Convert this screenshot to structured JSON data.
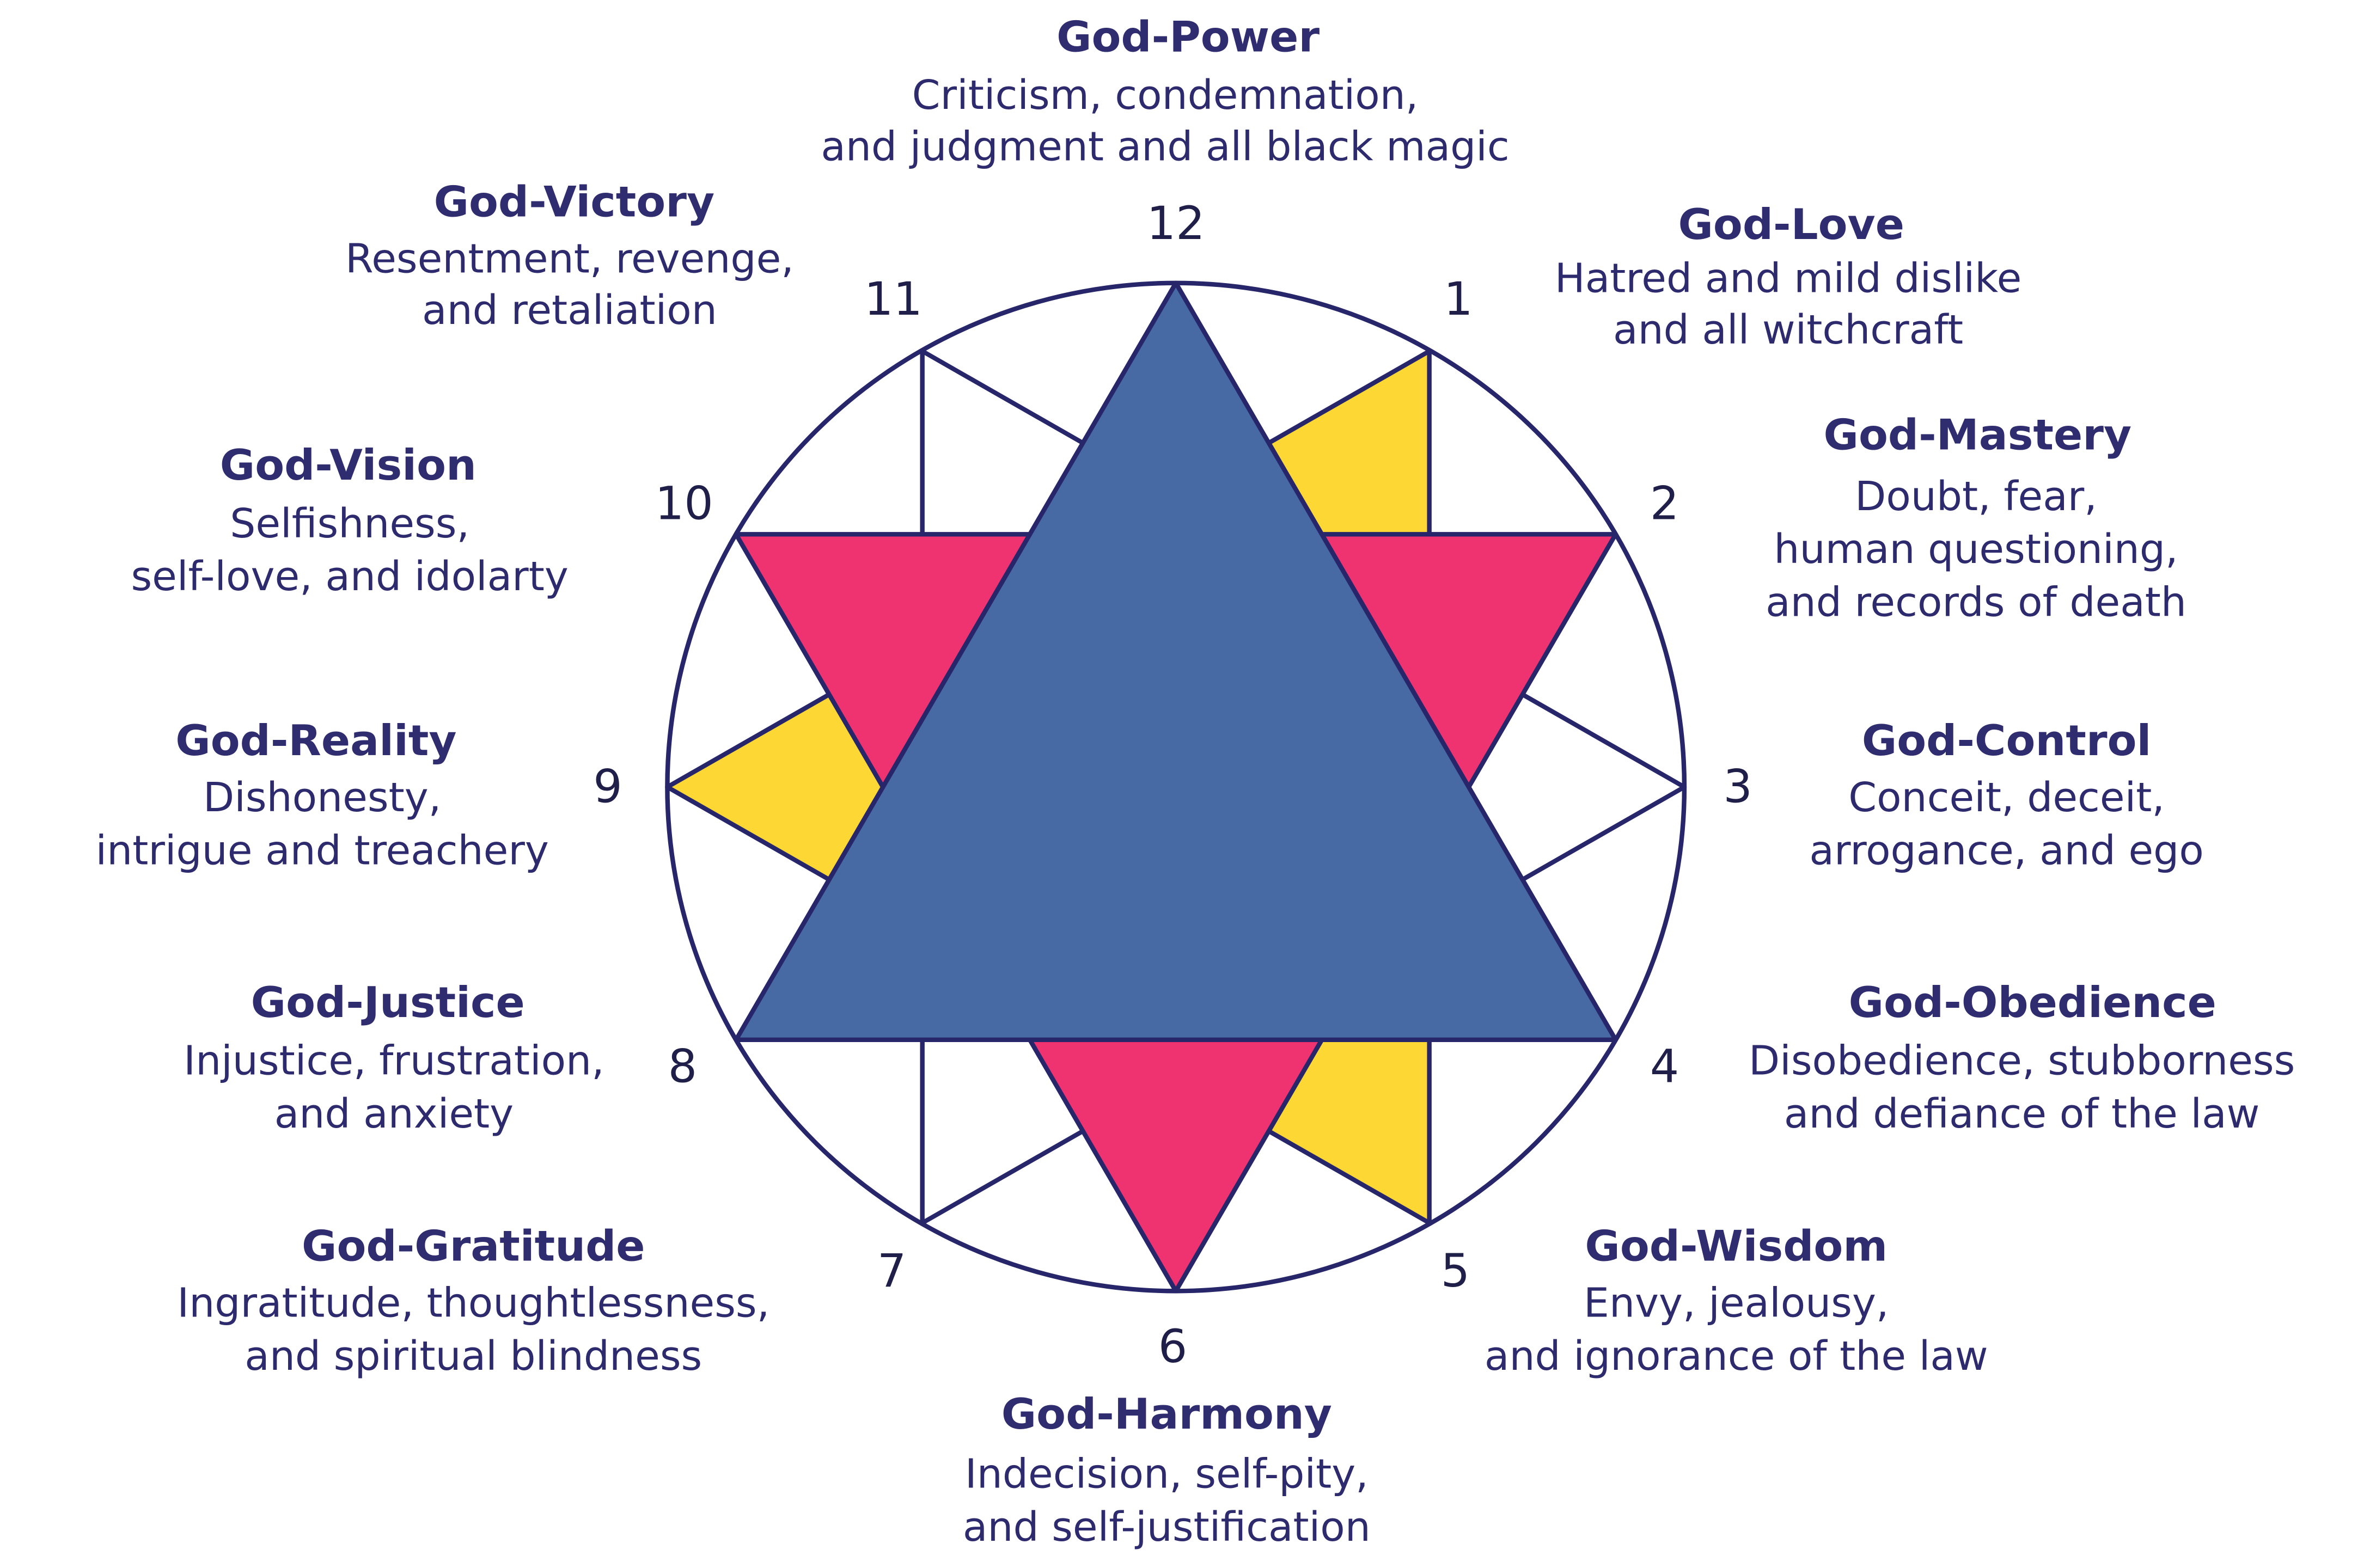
{
  "colors": {
    "outline": "#28266a",
    "blue": "#4769a4",
    "pink": "#ef3371",
    "yellow": "#fdd835",
    "text": "#2e2a6e"
  },
  "numbers": [
    "12",
    "1",
    "2",
    "3",
    "4",
    "5",
    "6",
    "7",
    "8",
    "9",
    "10",
    "11"
  ],
  "items": [
    {
      "title": "God-Power",
      "lines": [
        "Criticism, condemnation,",
        "and judgment and all black magic"
      ]
    },
    {
      "title": "God-Love",
      "lines": [
        "Hatred and mild dislike",
        "and all witchcraft"
      ]
    },
    {
      "title": "God-Mastery",
      "lines": [
        "Doubt, fear,",
        "human questioning,",
        "and records of death"
      ]
    },
    {
      "title": "God-Control",
      "lines": [
        "Conceit, deceit,",
        "arrogance, and ego"
      ]
    },
    {
      "title": "God-Obedience",
      "lines": [
        "Disobedience, stubborness",
        "and defiance of the law"
      ]
    },
    {
      "title": "God-Wisdom",
      "lines": [
        "Envy, jealousy,",
        "and ignorance of the law"
      ]
    },
    {
      "title": "God-Harmony",
      "lines": [
        "Indecision, self-pity,",
        "and self-justification"
      ]
    },
    {
      "title": "God-Gratitude",
      "lines": [
        "Ingratitude, thoughtlessness,",
        "and spiritual blindness"
      ]
    },
    {
      "title": "God-Justice",
      "lines": [
        "Injustice, frustration,",
        "and anxiety"
      ]
    },
    {
      "title": "God-Reality",
      "lines": [
        "Dishonesty,",
        "intrigue and treachery"
      ]
    },
    {
      "title": "God-Vision",
      "lines": [
        "Selfishness,",
        "self-love, and idolarty"
      ]
    },
    {
      "title": "God-Victory",
      "lines": [
        "Resentment, revenge,",
        "and retaliation"
      ]
    }
  ]
}
